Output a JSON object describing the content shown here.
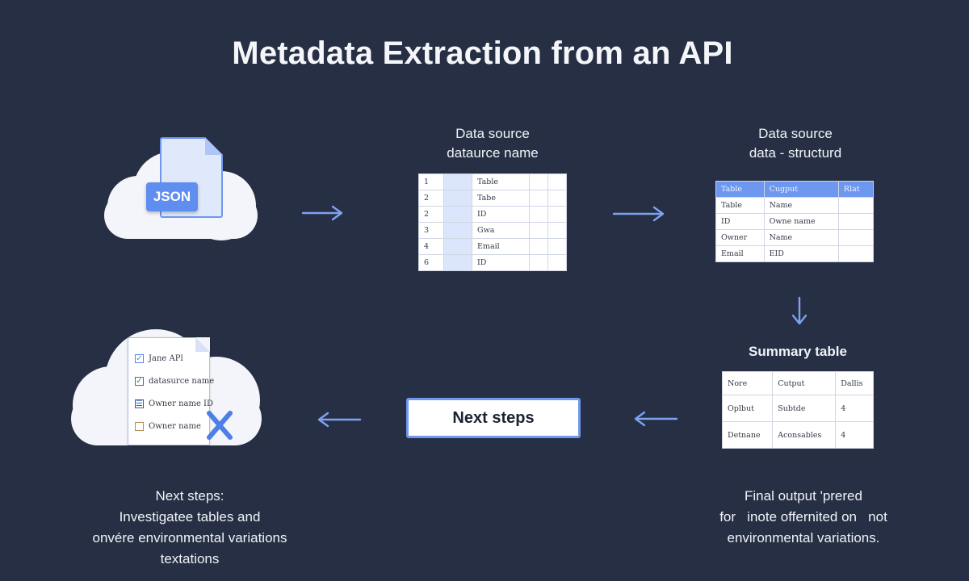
{
  "title": "Metadata Extraction from an API",
  "json_icon": {
    "label": "JSON",
    "icon": "json-file-icon"
  },
  "source_table": {
    "caption_line1": "Data source",
    "caption_line2": "dataurce name",
    "rows": [
      [
        "1",
        "",
        "Table",
        "",
        ""
      ],
      [
        "2",
        "",
        "Tabe",
        "",
        ""
      ],
      [
        "2",
        "",
        "ID",
        "",
        ""
      ],
      [
        "3",
        "",
        "Gwa",
        "",
        ""
      ],
      [
        "4",
        "",
        "Email",
        "",
        ""
      ],
      [
        "6",
        "",
        "ID",
        "",
        ""
      ]
    ]
  },
  "structured_table": {
    "caption_line1": "Data source",
    "caption_line2": "data - structurd",
    "headers": [
      "Table",
      "Cugput",
      "Rlat"
    ],
    "rows": [
      [
        "Table",
        "Name",
        ""
      ],
      [
        "ID",
        "Owne name",
        ""
      ],
      [
        "Owner",
        "Name",
        ""
      ],
      [
        "Email",
        "EID",
        ""
      ]
    ]
  },
  "summary_table": {
    "caption": "Summary table",
    "headers": [
      "Nore",
      "Cutput",
      "Dallis"
    ],
    "rows": [
      [
        "Oplbut",
        "Subtde",
        "4"
      ],
      [
        "Detnane",
        "Aconsables",
        "4"
      ]
    ]
  },
  "next_steps_button": "Next steps",
  "checklist": {
    "items": [
      {
        "label": "Jane APl",
        "mark": "✓"
      },
      {
        "label": "datasurce name",
        "mark": "✓"
      },
      {
        "label": "Owner name ID",
        "mark": "☰"
      },
      {
        "label": "Owner name",
        "mark": ""
      }
    ],
    "x_icon": "x-mark-icon"
  },
  "bottom_left_text": {
    "line1": "Next steps:",
    "line2": "Investigatee tables and",
    "line3": "onvére environmental variations",
    "line4": "textations"
  },
  "bottom_right_text": {
    "line1": "Final output 'prered",
    "line2": "for   inote offernited on   not",
    "line3": "environmental variations."
  },
  "colors": {
    "background": "#262f43",
    "accent": "#6f97ef",
    "cloud": "#f3f5fa"
  }
}
